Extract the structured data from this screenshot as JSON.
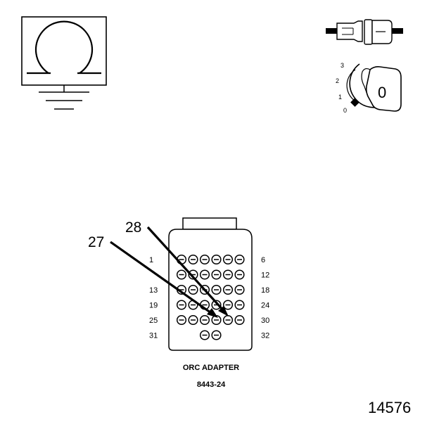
{
  "ohm_symbol": {
    "glyph": "Ω"
  },
  "connector_icon": {
    "name": "connector-icon"
  },
  "ignition_switch": {
    "positions": [
      "3",
      "2",
      "1",
      "0"
    ],
    "key_label": "0"
  },
  "adapter": {
    "rows": [
      {
        "left": "1",
        "right": "6",
        "pins": 6
      },
      {
        "left": "",
        "right": "12",
        "pins": 6
      },
      {
        "left": "13",
        "right": "18",
        "pins": 6
      },
      {
        "left": "19",
        "right": "24",
        "pins": 6
      },
      {
        "left": "25",
        "right": "30",
        "pins": 6
      },
      {
        "left": "31",
        "right": "32",
        "pins": 2
      }
    ],
    "name": "ORC ADAPTER",
    "part_number": "8443-24"
  },
  "callouts": [
    {
      "label": "27"
    },
    {
      "label": "28"
    }
  ],
  "figure_number": "14576"
}
